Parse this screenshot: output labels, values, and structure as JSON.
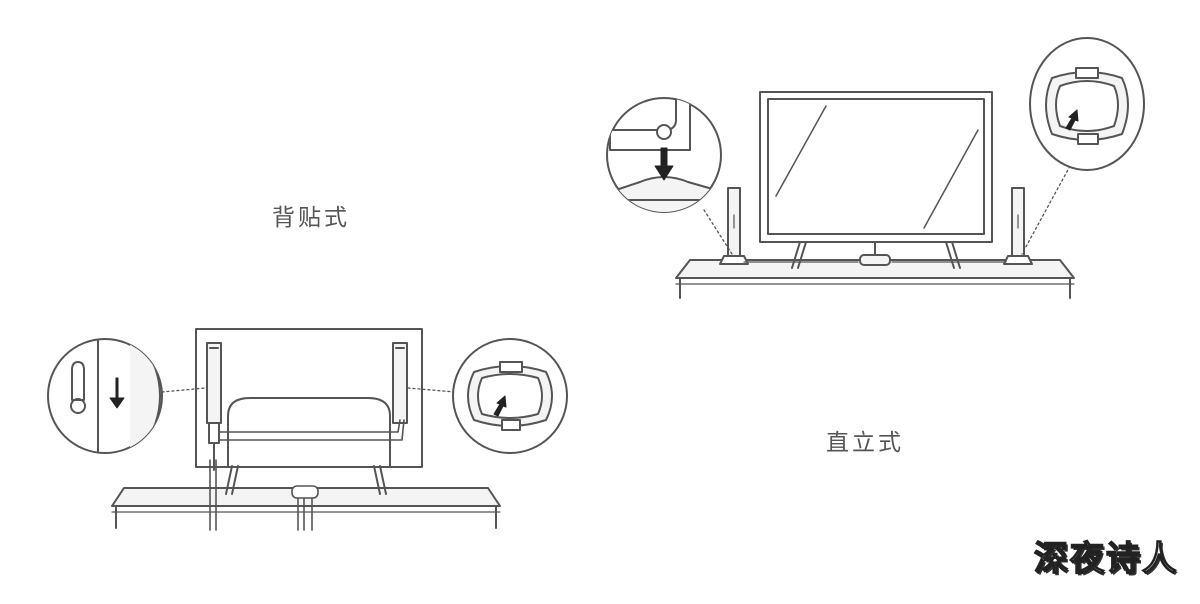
{
  "labels": {
    "back_mount": "背贴式",
    "stand_mount": "直立式"
  },
  "watermark": "深夜诗人",
  "colors": {
    "line": "#555555",
    "fill": "#f4f4f4",
    "arrow": "#222222"
  }
}
